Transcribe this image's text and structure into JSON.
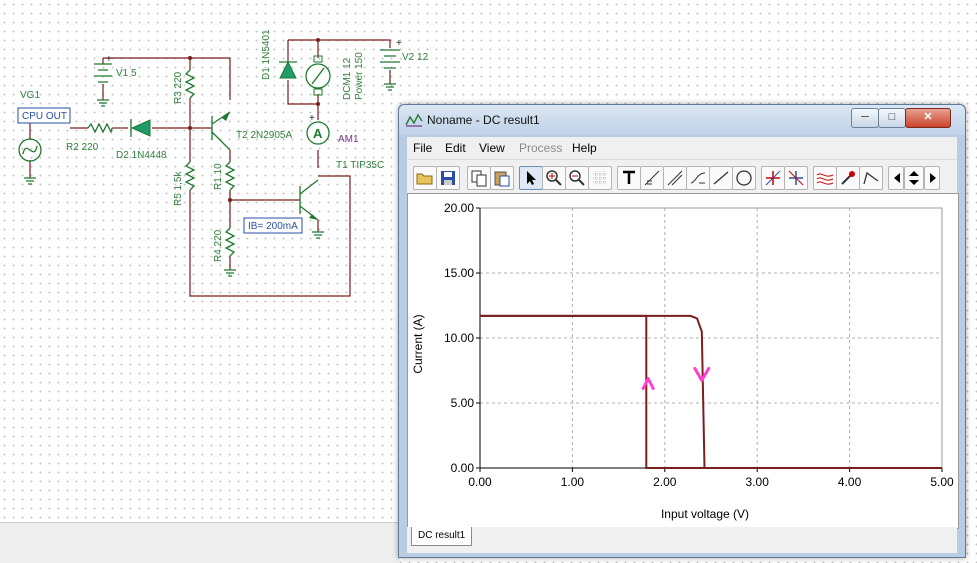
{
  "schematic": {
    "labels": {
      "vg1": "VG1",
      "cpu_out": "CPU OUT",
      "r2": "R2 220",
      "d2": "D2 1N4448",
      "v1": "V1 5",
      "r3": "R3 220",
      "t2": "T2 2N2905A",
      "r5": "R5 1,5k",
      "r1": "R1 10",
      "r4": "R4 220",
      "ib": "IB= 200mA",
      "d1": "D1 1N5401",
      "dcm1": "DCM1 12",
      "power": "Power 150",
      "v2": "V2 12",
      "am1": "AM1",
      "ammeter_symbol": "A",
      "t1": "T1 TIP35C",
      "plus": "+"
    }
  },
  "window": {
    "title": "Noname - DC result1",
    "controls": {
      "minimize": "─",
      "maximize": "□",
      "close": "✕"
    },
    "menu": [
      {
        "label": "File",
        "enabled": true
      },
      {
        "label": "Edit",
        "enabled": true
      },
      {
        "label": "View",
        "enabled": true
      },
      {
        "label": "Process",
        "enabled": false
      },
      {
        "label": "Help",
        "enabled": true
      }
    ],
    "toolbar_icons": [
      "open-folder-icon",
      "save-icon",
      "copy-icon",
      "paste-icon",
      "pointer-icon",
      "zoom-in-icon",
      "zoom-out-icon",
      "grid-icon",
      "text-icon",
      "cursor-a-icon",
      "cursor-b-icon",
      "curve-icon",
      "line-icon",
      "circle-icon",
      "marker-a-icon",
      "marker-b-icon",
      "waves-icon",
      "dropper-icon",
      "polyline-icon",
      "nav-left-icon",
      "nav-up-down-icon",
      "nav-right-icon"
    ],
    "tab": "DC result1"
  },
  "chart_data": {
    "type": "line",
    "xlabel": "Input voltage (V)",
    "ylabel": "Current (A)",
    "xlim": [
      0,
      5
    ],
    "ylim": [
      0,
      20
    ],
    "x_ticks": [
      "0.00",
      "1.00",
      "2.00",
      "3.00",
      "4.00",
      "5.00"
    ],
    "y_ticks": [
      "0.00",
      "5.00",
      "10.00",
      "15.00",
      "20.00"
    ],
    "grid": true,
    "series": [
      {
        "x": [
          0,
          2.28,
          2.35,
          2.4,
          2.43,
          5.0
        ],
        "y": [
          11.7,
          11.7,
          11.5,
          10.5,
          0,
          0
        ]
      },
      {
        "x": [
          0,
          1.8,
          1.8,
          1.84,
          5.0
        ],
        "y": [
          11.7,
          11.7,
          0,
          0,
          0
        ]
      }
    ],
    "annotations": [
      {
        "symbol": "^",
        "x": 1.82,
        "y": 6.5,
        "color": "#ff40d0"
      },
      {
        "symbol": "v",
        "x": 2.4,
        "y": 7.2,
        "color": "#ff40d0"
      }
    ],
    "line_color": "#7a1e1e"
  }
}
